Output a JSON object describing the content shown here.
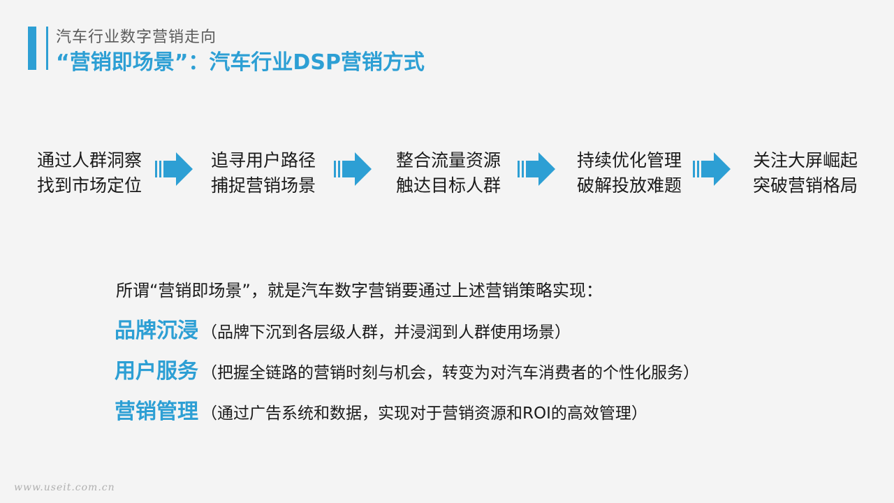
{
  "header": {
    "subtitle": "汽车行业数字营销走向",
    "title": "“营销即场景”：汽车行业DSP营销方式"
  },
  "colors": {
    "accent": "#2d9fd4"
  },
  "flow": [
    {
      "line1": "通过人群洞察",
      "line2": "找到市场定位"
    },
    {
      "line1": "追寻用户路径",
      "line2": "捕捉营销场景"
    },
    {
      "line1": "整合流量资源",
      "line2": "触达目标人群"
    },
    {
      "line1": "持续优化管理",
      "line2": "破解投放难题"
    },
    {
      "line1": "关注大屏崛起",
      "line2": "突破营销格局"
    }
  ],
  "intro": "所谓“营销即场景”，就是汽车数字营销要通过上述营销策略实现：",
  "points": [
    {
      "key": "品牌沉浸",
      "desc": "（品牌下沉到各层级人群，并浸润到人群使用场景）"
    },
    {
      "key": "用户服务",
      "desc": "（把握全链路的营销时刻与机会，转变为对汽车消费者的个性化服务）"
    },
    {
      "key": "营销管理",
      "desc": "（通过广告系统和数据，实现对于营销资源和ROI的高效管理）"
    }
  ],
  "watermark": "www.useit.com.cn"
}
